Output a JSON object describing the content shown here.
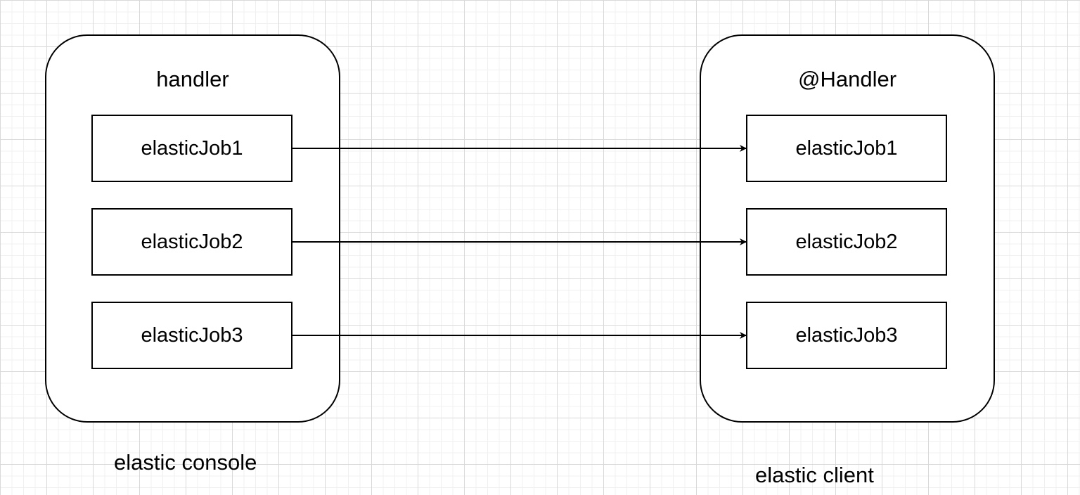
{
  "left": {
    "title": "handler",
    "caption": "elastic console",
    "jobs": [
      "elasticJob1",
      "elasticJob2",
      "elasticJob3"
    ]
  },
  "right": {
    "title": "@Handler",
    "caption": "elastic client",
    "jobs": [
      "elasticJob1",
      "elasticJob2",
      "elasticJob3"
    ]
  },
  "connections": [
    {
      "from": "elasticJob1",
      "to": "elasticJob1"
    },
    {
      "from": "elasticJob2",
      "to": "elasticJob2"
    },
    {
      "from": "elasticJob3",
      "to": "elasticJob3"
    }
  ],
  "colors": {
    "stroke": "#000000",
    "background": "#ffffff",
    "grid_major": "#d9d9d9",
    "grid_minor": "#f0f0f0"
  }
}
